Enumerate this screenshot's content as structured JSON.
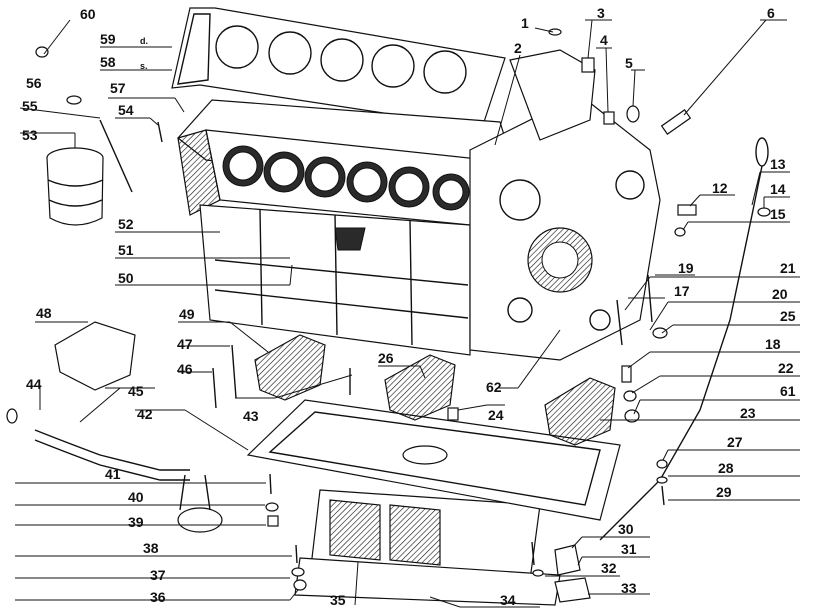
{
  "callouts": [
    {
      "n": "1"
    },
    {
      "n": "2"
    },
    {
      "n": "3"
    },
    {
      "n": "4"
    },
    {
      "n": "5"
    },
    {
      "n": "6"
    },
    {
      "n": "12"
    },
    {
      "n": "13"
    },
    {
      "n": "14"
    },
    {
      "n": "15"
    },
    {
      "n": "17"
    },
    {
      "n": "18"
    },
    {
      "n": "19"
    },
    {
      "n": "20"
    },
    {
      "n": "21"
    },
    {
      "n": "22"
    },
    {
      "n": "23"
    },
    {
      "n": "24"
    },
    {
      "n": "25"
    },
    {
      "n": "26"
    },
    {
      "n": "27"
    },
    {
      "n": "28"
    },
    {
      "n": "29"
    },
    {
      "n": "30"
    },
    {
      "n": "31"
    },
    {
      "n": "32"
    },
    {
      "n": "33"
    },
    {
      "n": "34"
    },
    {
      "n": "35"
    },
    {
      "n": "36"
    },
    {
      "n": "37"
    },
    {
      "n": "38"
    },
    {
      "n": "39"
    },
    {
      "n": "40"
    },
    {
      "n": "41"
    },
    {
      "n": "42"
    },
    {
      "n": "43"
    },
    {
      "n": "44"
    },
    {
      "n": "45"
    },
    {
      "n": "46"
    },
    {
      "n": "47"
    },
    {
      "n": "48"
    },
    {
      "n": "49"
    },
    {
      "n": "50"
    },
    {
      "n": "51"
    },
    {
      "n": "52"
    },
    {
      "n": "53"
    },
    {
      "n": "54"
    },
    {
      "n": "55"
    },
    {
      "n": "56"
    },
    {
      "n": "57"
    },
    {
      "n": "58"
    },
    {
      "n": "59"
    },
    {
      "n": "60"
    },
    {
      "n": "61"
    },
    {
      "n": "62"
    }
  ],
  "side_marks": {
    "d": "d.",
    "s": "s."
  }
}
